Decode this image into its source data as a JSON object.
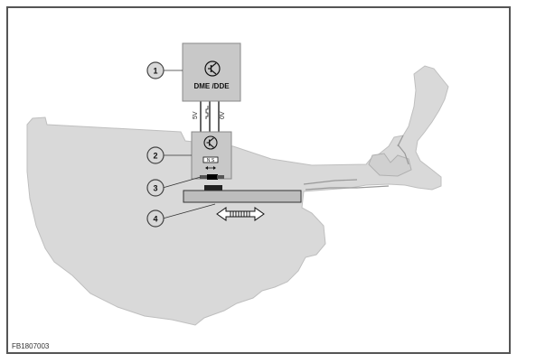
{
  "figure": {
    "id_code": "FB1807003"
  },
  "ecu": {
    "label": "DME /DDE",
    "icon": "transistor-icon"
  },
  "wires": {
    "supply_label": "5V",
    "signal_icon": "square-wave-icon",
    "ground_label": "0V"
  },
  "sensor": {
    "icon": "transistor-icon",
    "chip_label": "N S",
    "arrow_icon": "double-arrow-icon"
  },
  "callouts": [
    "1",
    "2",
    "3",
    "4"
  ],
  "movement": {
    "icon": "spring-double-arrow-icon"
  },
  "colors": {
    "box_fill": "#c8c8c8",
    "box_stroke": "#888888",
    "housing_fill": "#d9d9d9",
    "rod_fill": "#bdbdbd",
    "magnet_fill": "#000000"
  }
}
